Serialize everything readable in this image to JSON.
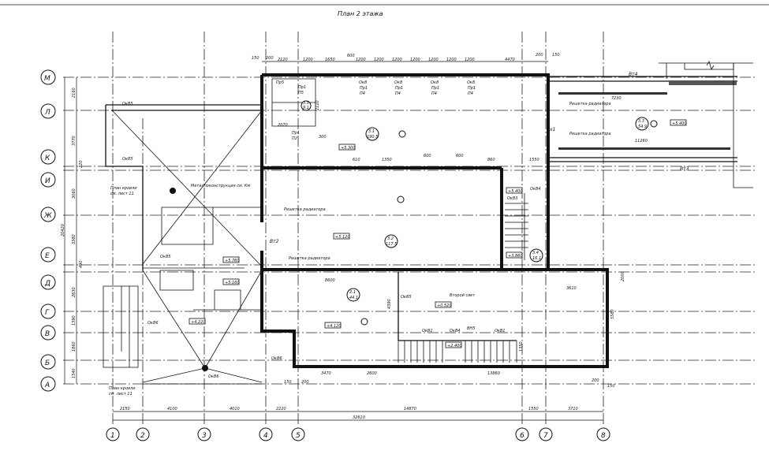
{
  "title": "План 2 этажа",
  "axes": {
    "columns": [
      "1",
      "2",
      "3",
      "4",
      "5",
      "6",
      "7",
      "8"
    ],
    "rows": [
      "М",
      "Л",
      "К",
      "И",
      "Ж",
      "Е",
      "Д",
      "Г",
      "В",
      "Б",
      "А"
    ]
  },
  "dimensions": {
    "top": [
      "150",
      "200",
      "2120",
      "1200",
      "1650",
      "600",
      "1200",
      "1200",
      "1200",
      "1200",
      "1200",
      "1200",
      "1200",
      "4470",
      "200",
      "150"
    ],
    "bottom": [
      "2150",
      "4100",
      "4010",
      "2220",
      "14870",
      "1550",
      "3710"
    ],
    "bottom_total": "32610",
    "left": [
      "2160",
      "3770",
      "220",
      "3060",
      "3380",
      "490",
      "2630",
      "1390",
      "1860",
      "1540"
    ],
    "left_total": "20420",
    "inner": [
      "2120",
      "2070",
      "300",
      "610",
      "1350",
      "600",
      "600",
      "860",
      "1550",
      "8600",
      "4390",
      "3610",
      "5580",
      "2000",
      "1350",
      "3470",
      "2600",
      "13860",
      "150",
      "200",
      "200",
      "150",
      "7230",
      "11260"
    ]
  },
  "rooms": [
    {
      "num": "3.1",
      "area": "190.5"
    },
    {
      "num": "3.2",
      "area": "117.5"
    },
    {
      "num": "2.1",
      "area": "44.1"
    },
    {
      "num": "3.3",
      "area": "54.9"
    },
    {
      "num": "3.4",
      "area": "16.1"
    },
    {
      "num": "3.5",
      "area": "9.1"
    }
  ],
  "elevations": [
    "+5.300",
    "+5.120",
    "+5.760",
    "+5.160",
    "+4.220",
    "+4.120",
    "+0.520",
    "+2.400",
    "+5.400",
    "+3.860",
    "+5.400"
  ],
  "labels": {
    "metal": "Металлоконструкция см. Км",
    "roof_plan_1": "План кровли",
    "roof_plan_2": "см. лист 11",
    "grille": "Решетка радиатора",
    "vt2": "Вт2",
    "vx1": "Вх1",
    "vt4": "Вт4",
    "vt3": "Вт3",
    "second_light": "Второй свет",
    "ok8": "Ок8",
    "pr1": "Пр1",
    "p4": "П4",
    "pr5": "Пр5",
    "p5": "П5",
    "p2": "П2",
    "okv5": "ОкВ5",
    "okv6": "ОкВ6",
    "okv1": "ОкВ1",
    "okv4": "ОкВ4",
    "vn5": "ВН5",
    "okv3": "ОкВ3"
  }
}
